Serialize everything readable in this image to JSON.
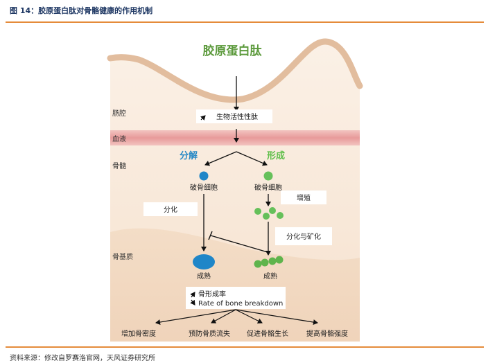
{
  "figure": {
    "title": "图 14：胶原蛋白肽对骨骼健康的作用机制",
    "source": "资料来源：修改自罗赛洛官网，天风证券研究所"
  },
  "diagram": {
    "main_title": "胶原蛋白肽",
    "regions": {
      "intestine": "肠腔",
      "blood": "血液",
      "marrow": "骨髓",
      "matrix": "骨基质"
    },
    "bioactive_peptide": "生物活性性肽",
    "branch_left": "分解",
    "branch_right": "形成",
    "osteoclast": "破骨细胞",
    "osteoblast": "破骨细胞",
    "proliferation": "增殖",
    "differentiation": "分化",
    "differentiation_mineralization": "分化与矿化",
    "mature_left": "成熟",
    "mature_right": "成熟",
    "breakdown_cn": "骨形成率",
    "breakdown_en": "Rate of bone breakdown",
    "outcomes": [
      "增加骨密度",
      "预防骨质流失",
      "促进骨骼生长",
      "提高骨骼强度"
    ],
    "colors": {
      "title_green": "#5c9a3c",
      "blue_text": "#2a8ac6",
      "green_text": "#5fbf4a",
      "osteoclast_blue": "#1f86c8",
      "osteoblast_green": "#66c05a",
      "intestine_wall": "#e2bd9e",
      "blood_band": "#e8a2a2"
    }
  }
}
